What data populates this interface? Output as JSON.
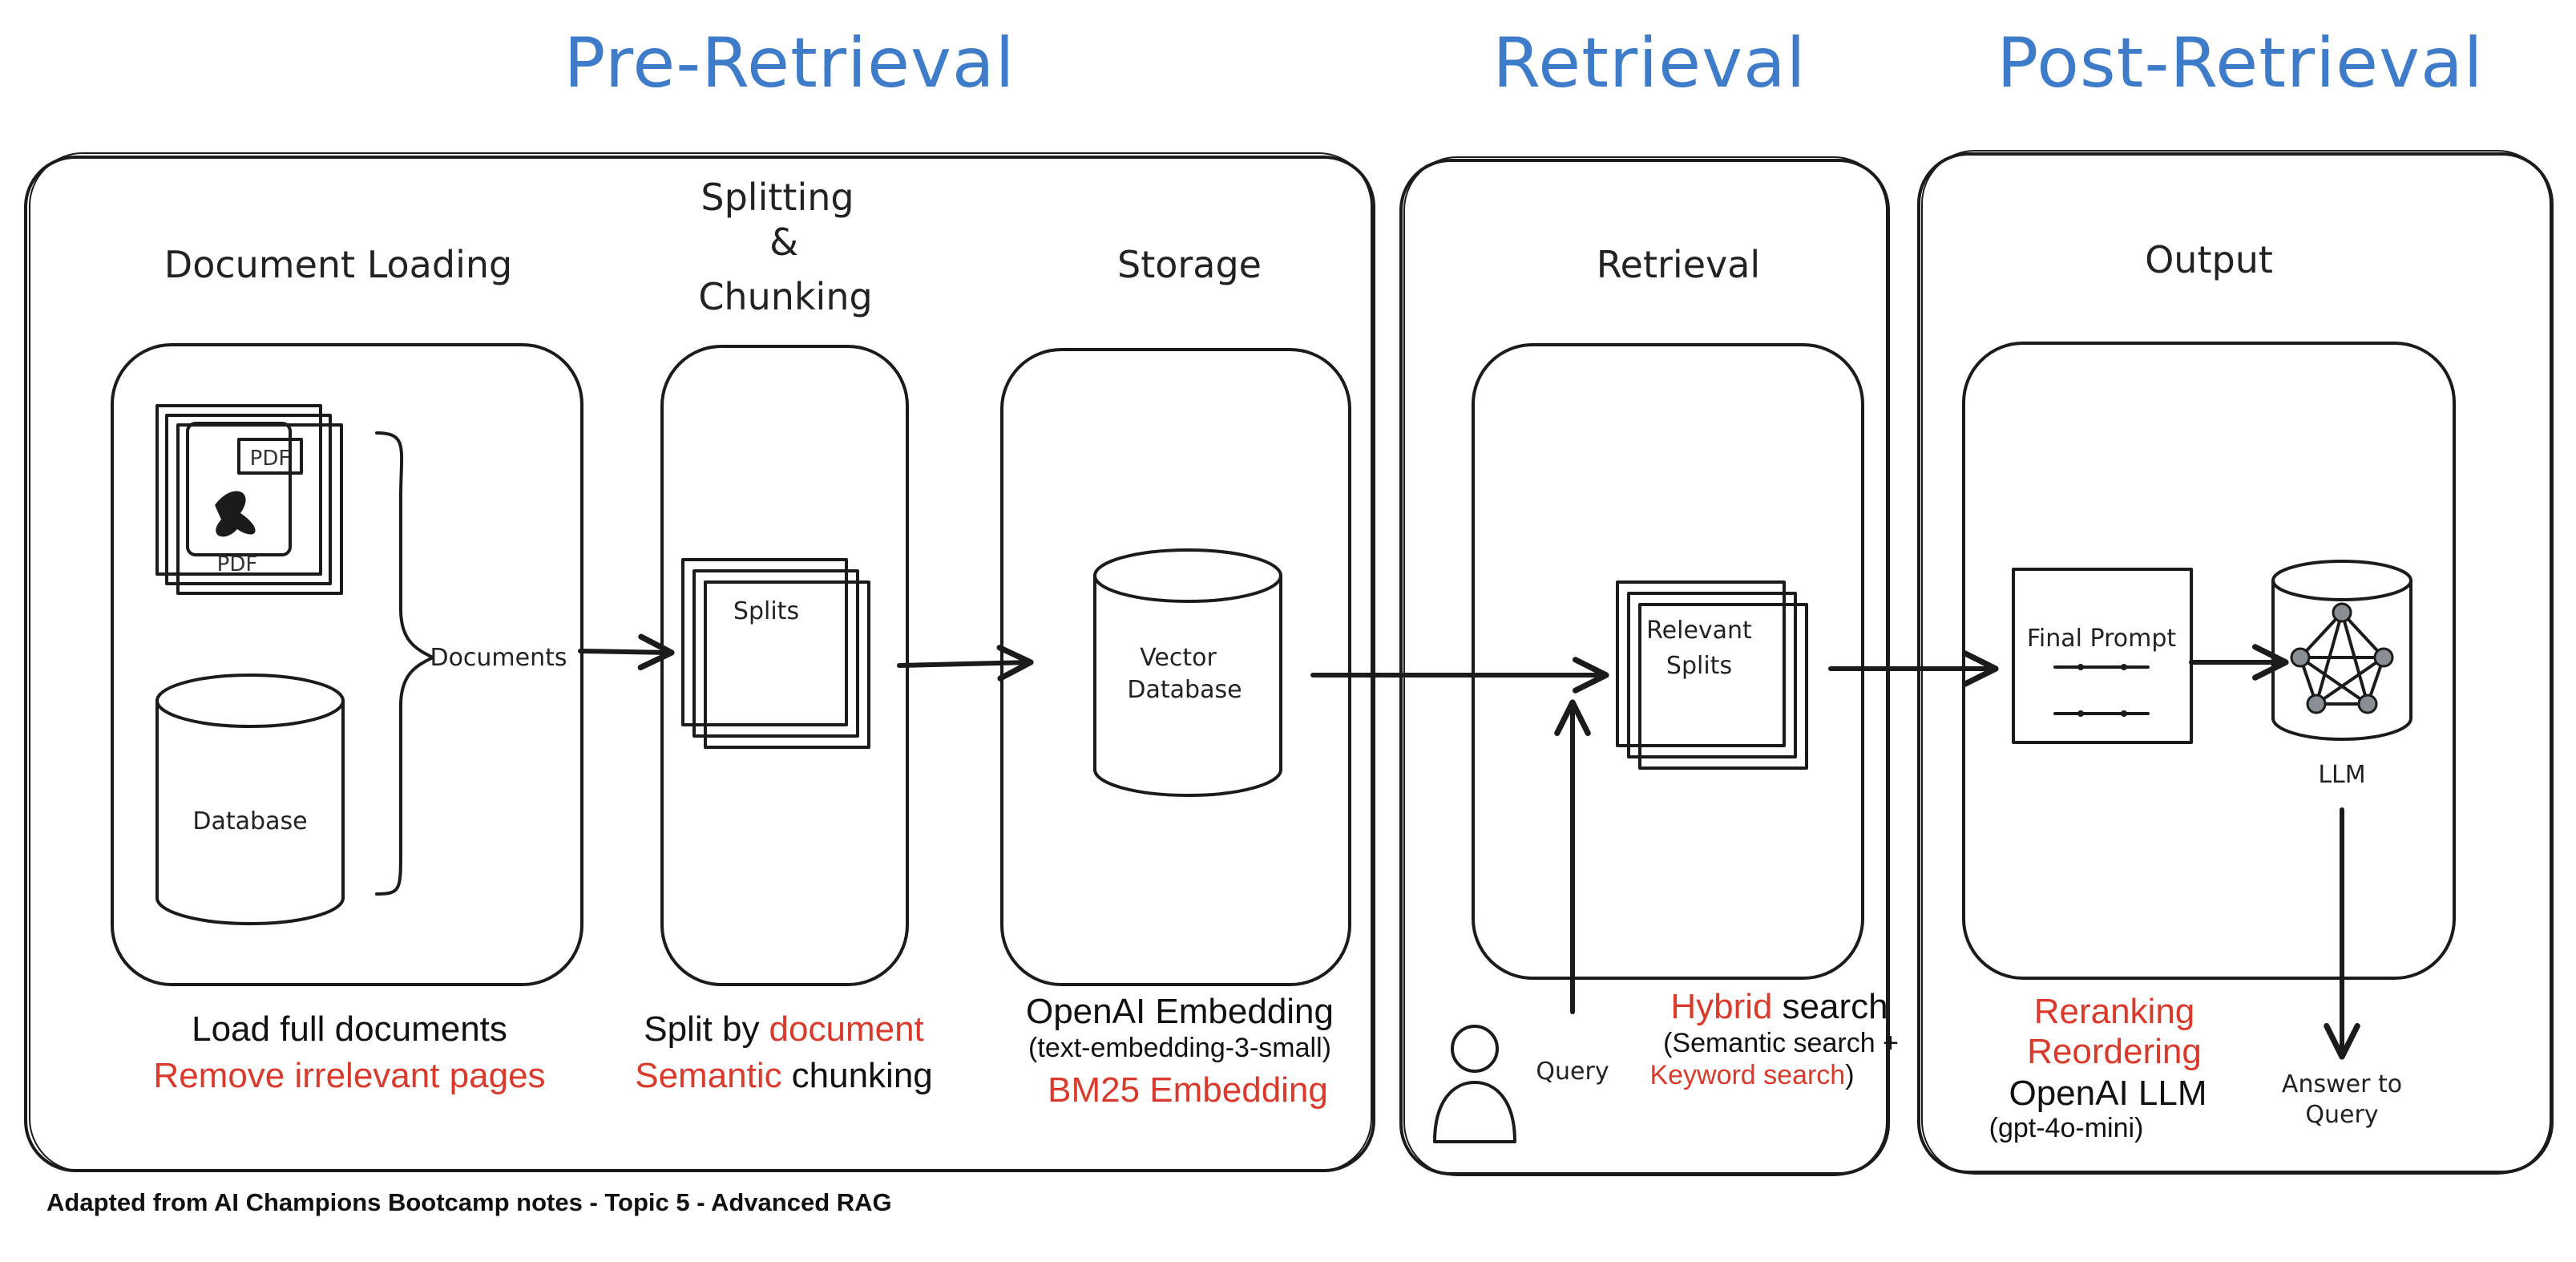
{
  "headers": {
    "pre": "Pre-Retrieval",
    "retrieval": "Retrieval",
    "post": "Post-Retrieval"
  },
  "sections": {
    "document_loading": "Document Loading",
    "splitting_line1": "Splitting",
    "splitting_line2": "&",
    "splitting_line3": "Chunking",
    "storage": "Storage",
    "retrieval": "Retrieval",
    "output": "Output"
  },
  "nodes": {
    "pdf_badge": "PDF",
    "pdf_under": "PDF",
    "documents": "Documents",
    "database": "Database",
    "splits": "Splits",
    "vector_db_line1": "Vector",
    "vector_db_line2": "Database",
    "relevant_line1": "Relevant",
    "relevant_line2": "Splits",
    "final_prompt": "Final Prompt",
    "llm": "LLM",
    "query": "Query",
    "answer_line1": "Answer to",
    "answer_line2": "Query"
  },
  "captions": {
    "loading_1": "Load full documents",
    "loading_2": "Remove irrelevant pages",
    "split_by": "Split by",
    "split_document": "document",
    "semantic": "Semantic",
    "chunking": "chunking",
    "openai_embedding": "OpenAI Embedding",
    "embedding_model": "(text-embedding-3-small)",
    "bm25": "BM25 Embedding",
    "hybrid": "Hybrid",
    "search": "search",
    "semantic_search": "(Semantic search +",
    "keyword_search": "Keyword search",
    "close_paren": ")",
    "reranking": "Reranking",
    "reordering": "Reordering",
    "openai_llm": "OpenAI LLM",
    "llm_model": "(gpt-4o-mini)"
  },
  "footer": "Adapted from AI Champions Bootcamp notes - Topic 5 - Advanced RAG",
  "colors": {
    "header_blue": "#3e7cc9",
    "accent_red": "#d93a2b",
    "yellow": "#fbe8a0",
    "green": "#bfefbf",
    "blue": "#b0d6f8",
    "purple": "#cdc1f8",
    "pink": "#f6c6c6",
    "pdf_red": "#d9686a",
    "db_gray": "#ced2d8",
    "user_blue": "#a9cff4"
  },
  "icons": [
    "pdf-icon",
    "database-icon",
    "vector-database-icon",
    "llm-network-icon",
    "user-icon"
  ]
}
